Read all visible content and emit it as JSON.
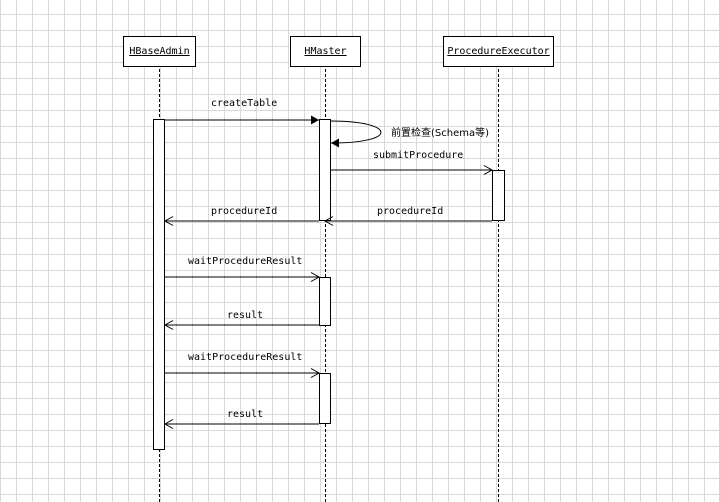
{
  "participants": {
    "admin": "HBaseAdmin",
    "master": "HMaster",
    "executor": "ProcedureExecutor"
  },
  "messages": {
    "create_table": "createTable",
    "precheck": "前置检查(Schema等)",
    "submit_procedure": "submitProcedure",
    "procedure_id_from_executor": "procedureId",
    "procedure_id_to_admin": "procedureId",
    "wait_result_1": "waitProcedureResult",
    "result_1": "result",
    "wait_result_2": "waitProcedureResult",
    "result_2": "result"
  }
}
